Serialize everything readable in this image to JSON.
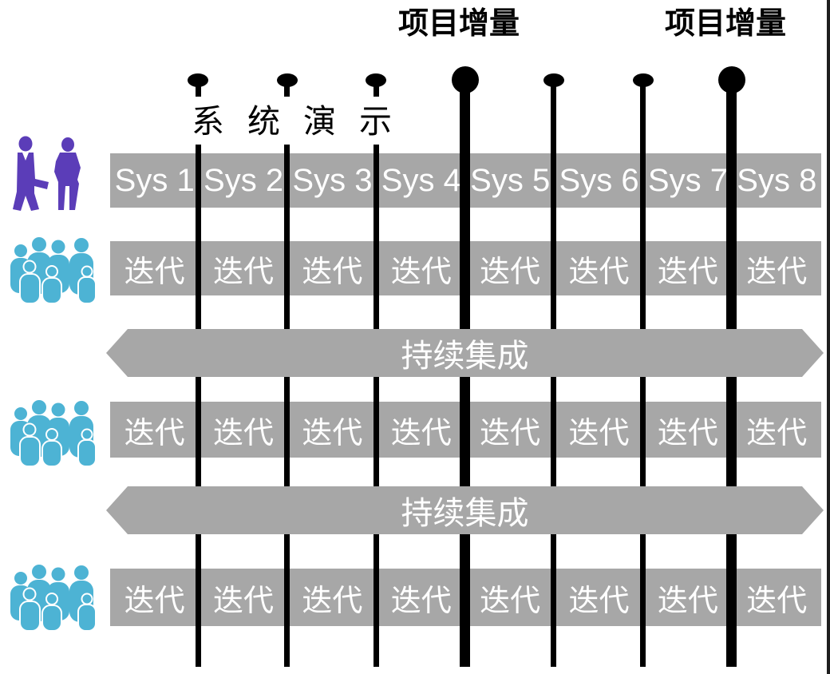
{
  "labels": {
    "project_increment_1": "项目增量",
    "project_increment_2": "项目增量",
    "system_demo": "系统演示",
    "continuous_integration_1": "持续集成",
    "continuous_integration_2": "持续集成"
  },
  "sys_row": {
    "cells": [
      "Sys 1",
      "Sys 2",
      "Sys 3",
      "Sys 4",
      "Sys 5",
      "Sys 6",
      "Sys 7",
      "Sys 8"
    ]
  },
  "iteration_rows": [
    {
      "cells": [
        "迭代",
        "迭代",
        "迭代",
        "迭代",
        "迭代",
        "迭代",
        "迭代",
        "迭代"
      ]
    },
    {
      "cells": [
        "迭代",
        "迭代",
        "迭代",
        "迭代",
        "迭代",
        "迭代",
        "迭代",
        "迭代"
      ]
    },
    {
      "cells": [
        "迭代",
        "迭代",
        "迭代",
        "迭代",
        "迭代",
        "迭代",
        "迭代",
        "迭代"
      ]
    }
  ],
  "milestones": {
    "small_pin_count": 5,
    "large_pin_count": 2,
    "large_pin_meaning": "项目增量",
    "small_pin_meaning": "系统演示"
  },
  "icons": {
    "stakeholder_pair": "business-people-icon",
    "team_group": "team-group-icon"
  },
  "colors": {
    "box_gray": "#a7a7a7",
    "line_black": "#000000",
    "people_purple": "#5b3db8",
    "team_teal": "#4db3d4",
    "text_white": "#ffffff",
    "text_black": "#000000"
  }
}
